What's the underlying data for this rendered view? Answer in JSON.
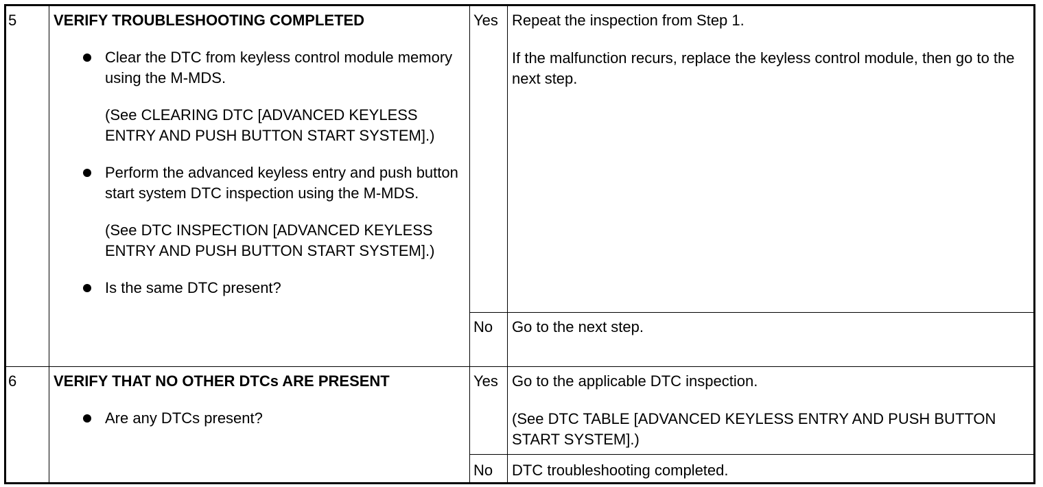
{
  "steps": [
    {
      "number": "5",
      "title": "VERIFY TROUBLESHOOTING COMPLETED",
      "bullets": [
        {
          "text": "Clear the DTC from keyless control module memory using the M-MDS.",
          "ref": "(See CLEARING DTC [ADVANCED KEYLESS ENTRY AND PUSH BUTTON START SYSTEM].)"
        },
        {
          "text": "Perform the advanced keyless entry and push button start system DTC inspection using the M-MDS.",
          "ref": "(See DTC INSPECTION [ADVANCED KEYLESS ENTRY AND PUSH BUTTON START SYSTEM].)"
        },
        {
          "text": "Is the same DTC present?"
        }
      ],
      "yes_label": "Yes",
      "yes_results": [
        "Repeat the inspection from Step 1.",
        "If the malfunction recurs, replace the keyless control module, then go to the next step."
      ],
      "no_label": "No",
      "no_results": [
        "Go to the next step."
      ]
    },
    {
      "number": "6",
      "title": "VERIFY THAT NO OTHER DTCs ARE PRESENT",
      "bullets": [
        {
          "text": "Are any DTCs present?"
        }
      ],
      "yes_label": "Yes",
      "yes_results": [
        "Go to the applicable DTC inspection.",
        "(See DTC TABLE [ADVANCED KEYLESS ENTRY AND PUSH BUTTON START SYSTEM].)"
      ],
      "no_label": "No",
      "no_results": [
        "DTC troubleshooting completed."
      ]
    }
  ]
}
